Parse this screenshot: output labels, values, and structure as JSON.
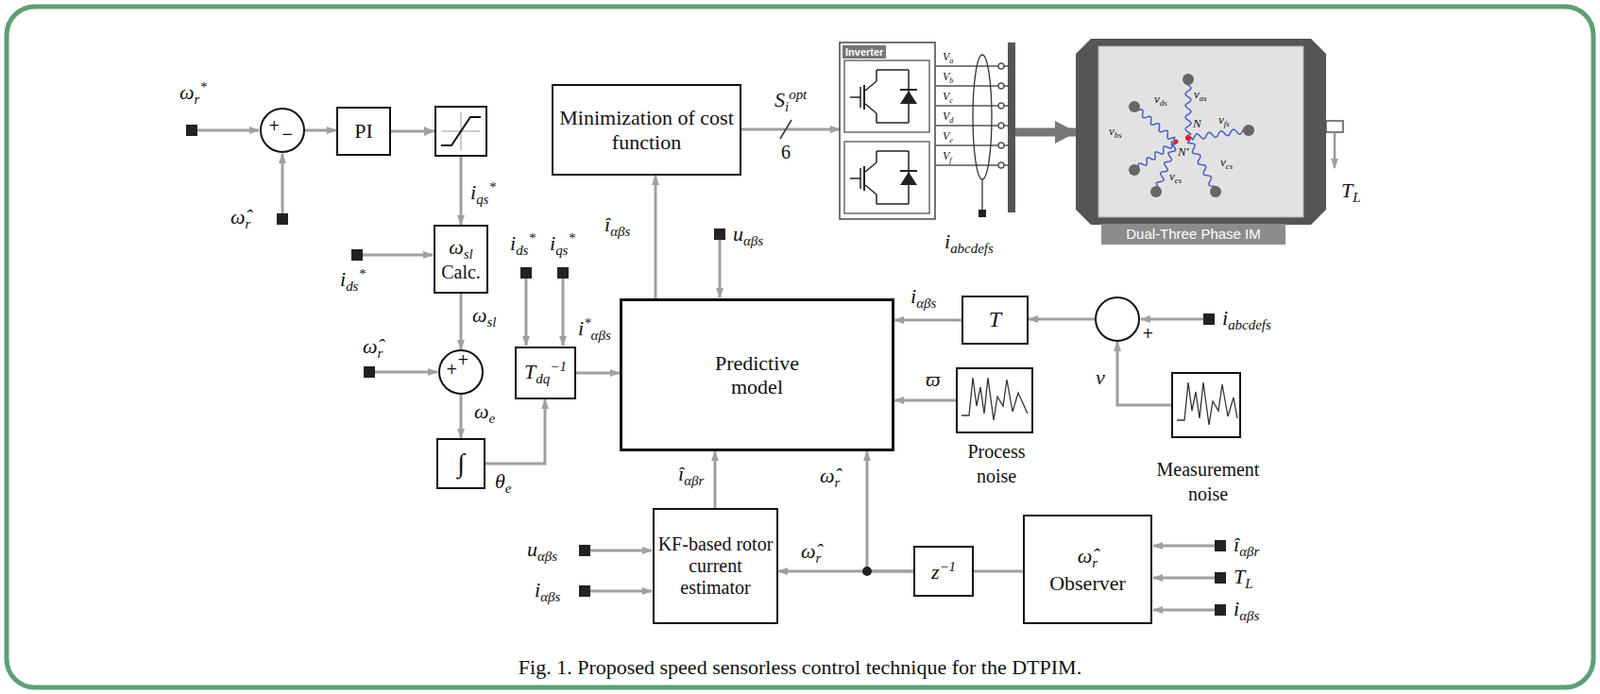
{
  "diagram": {
    "caption": "Fig. 1. Proposed speed sensorless control technique for the DTPIM.",
    "nodes": [
      {
        "text": [
          "+",
          "−"
        ]
      },
      {
        "text": [
          "PI"
        ]
      },
      {
        "text": [
          "ωsl",
          "Calc."
        ]
      },
      {
        "text": [
          "+",
          "+"
        ]
      },
      {
        "text": [
          "∫"
        ]
      },
      {
        "text": [
          "Tdq−1"
        ]
      },
      {
        "text": [
          "Predictive model"
        ]
      },
      {
        "text": [
          "Minimization of cost function"
        ]
      },
      {
        "text": [
          "Inverter"
        ]
      },
      {
        "text": [
          "Dual-Three Phase IM"
        ]
      },
      {
        "text": [
          "T"
        ]
      },
      {
        "text": [
          "+"
        ]
      },
      {
        "text": [
          "Process noise"
        ]
      },
      {
        "text": [
          "Measurement noise"
        ]
      },
      {
        "text": [
          "KF-based rotor current estimator"
        ]
      },
      {
        "text": [
          "z−1"
        ]
      },
      {
        "text": [
          "ω̂r",
          "Observer"
        ]
      }
    ],
    "edges": [
      {
        "from": 0,
        "to": 1,
        "arrow": "to"
      },
      {
        "from": 1,
        "to": 2,
        "label": "iqs*",
        "arrow": "to"
      },
      {
        "from": 2,
        "to": 3,
        "label": "ωsl",
        "arrow": "to"
      },
      {
        "from": 3,
        "to": 4,
        "label": "ωe",
        "arrow": "to"
      },
      {
        "from": 4,
        "to": 5,
        "label": "θe",
        "arrow": "to"
      },
      {
        "from": 5,
        "to": 6,
        "label": "i*αβs",
        "arrow": "to"
      },
      {
        "from": 6,
        "to": 7,
        "label": "îαβs",
        "arrow": "to"
      },
      {
        "from": 7,
        "to": 8,
        "label": "Siopt",
        "arrow": "to"
      },
      {
        "from": 8,
        "to": 9,
        "arrow": "to"
      },
      {
        "from": 10,
        "to": 6,
        "label": "iαβs",
        "arrow": "to"
      },
      {
        "from": 11,
        "to": 10,
        "arrow": "to"
      },
      {
        "from": 13,
        "to": 11,
        "label": "ν",
        "arrow": "to"
      },
      {
        "from": 12,
        "to": 6,
        "label": "ϖ",
        "arrow": "to"
      },
      {
        "from": 14,
        "to": 6,
        "label": "îαβr",
        "arrow": "to"
      },
      {
        "from": 16,
        "to": 15,
        "arrow": "none"
      },
      {
        "from": 15,
        "to": 14,
        "label": "ω̂r",
        "arrow": "to"
      },
      {
        "from": 15,
        "to": 6,
        "label": "ω̂r",
        "arrow": "to"
      }
    ],
    "labels": [
      "ωr*",
      "ω̂r",
      "ids*",
      "ω̂r",
      "ids*",
      "iqs*",
      "uαβs",
      "6",
      "Va",
      "Vb",
      "Vc",
      "Vd",
      "Ve",
      "Vf",
      "iabcdefs",
      "vds",
      "vas",
      "vbs",
      "vfs",
      "ves",
      "vcs",
      "N′",
      "N",
      "TL",
      "iabcdefs",
      "uαβs",
      "iαβs",
      "îαβr",
      "TL",
      "iαβs"
    ]
  }
}
